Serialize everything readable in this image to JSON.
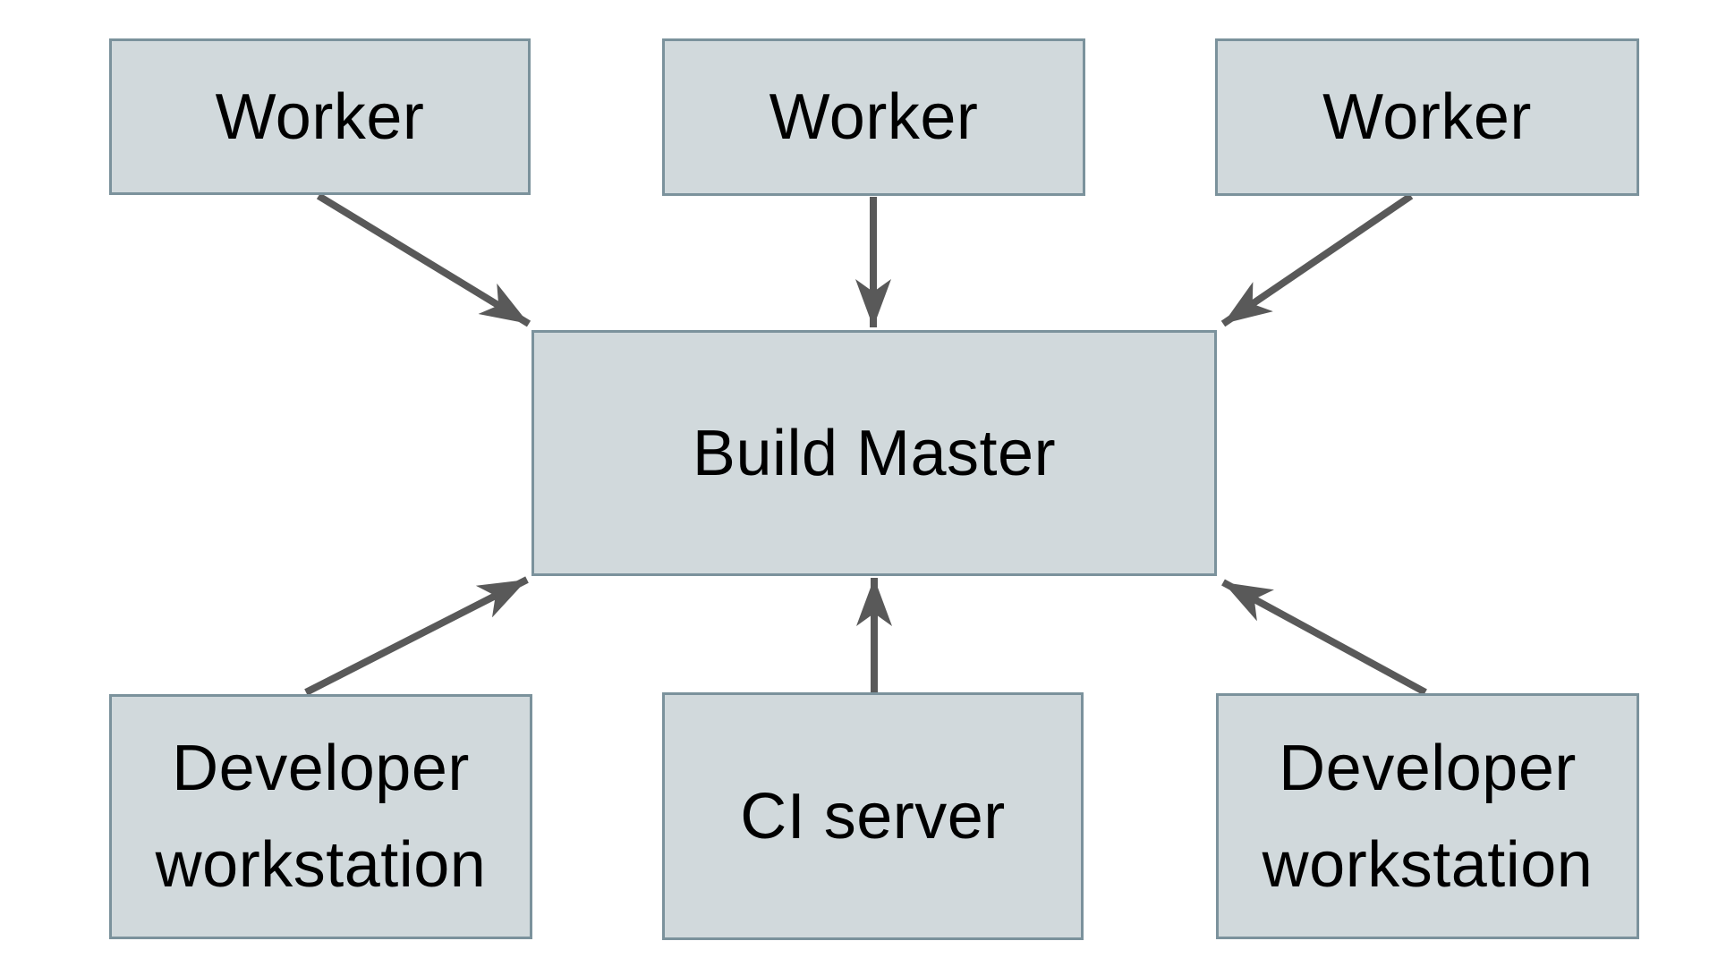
{
  "diagram": {
    "type": "architecture-diagram",
    "colors": {
      "background": "#ffffff",
      "node_fill": "#d1d9dc",
      "node_border": "#7b929c",
      "arrow": "#595959",
      "text": "#000000"
    },
    "nodes": [
      {
        "id": "worker-1",
        "label": "Worker"
      },
      {
        "id": "worker-2",
        "label": "Worker"
      },
      {
        "id": "worker-3",
        "label": "Worker"
      },
      {
        "id": "build-master",
        "label": "Build Master"
      },
      {
        "id": "developer-workstation-1",
        "label": "Developer workstation"
      },
      {
        "id": "ci-server",
        "label": "CI server"
      },
      {
        "id": "developer-workstation-2",
        "label": "Developer workstation"
      }
    ],
    "edges": [
      {
        "from": "worker-1",
        "to": "build-master"
      },
      {
        "from": "worker-2",
        "to": "build-master"
      },
      {
        "from": "worker-3",
        "to": "build-master"
      },
      {
        "from": "developer-workstation-1",
        "to": "build-master"
      },
      {
        "from": "ci-server",
        "to": "build-master"
      },
      {
        "from": "developer-workstation-2",
        "to": "build-master"
      }
    ]
  }
}
